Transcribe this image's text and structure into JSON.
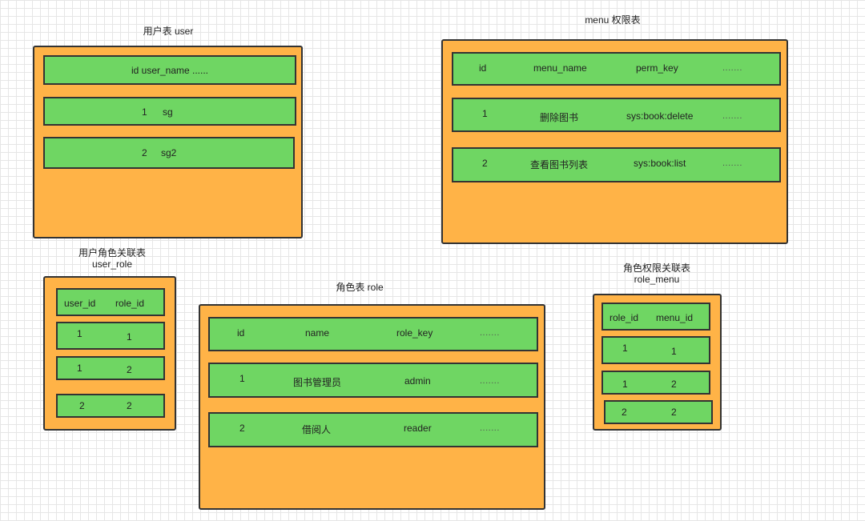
{
  "user_table": {
    "title": "用户表  user",
    "header": "id user_name ......",
    "rows": [
      {
        "id": "1",
        "name": "sg"
      },
      {
        "id": "2",
        "name": "sg2"
      }
    ]
  },
  "menu_table": {
    "title": "menu 权限表",
    "header": [
      "id",
      "menu_name",
      "perm_key",
      "......."
    ],
    "rows": [
      [
        "1",
        "删除图书",
        "sys:book:delete",
        "......."
      ],
      [
        "2",
        "查看图书列表",
        "sys:book:list",
        "......."
      ]
    ]
  },
  "user_role_table": {
    "title_line1": "用户角色关联表",
    "title_line2": "user_role",
    "header": [
      "user_id",
      "role_id"
    ],
    "rows": [
      [
        "1",
        "1"
      ],
      [
        "1",
        "2"
      ],
      [
        "2",
        "2"
      ]
    ]
  },
  "role_table": {
    "title": "角色表   role",
    "header": [
      "id",
      "name",
      "role_key",
      "......."
    ],
    "rows": [
      [
        "1",
        "图书管理员",
        "admin",
        "......."
      ],
      [
        "2",
        "借阅人",
        "reader",
        "......."
      ]
    ]
  },
  "role_menu_table": {
    "title_line1": "角色权限关联表",
    "title_line2": "role_menu",
    "header": [
      "role_id",
      "menu_id"
    ],
    "rows": [
      [
        "1",
        "1"
      ],
      [
        "1",
        "2"
      ],
      [
        "2",
        "2"
      ]
    ]
  },
  "colors": {
    "table_fill": "#ffb347",
    "row_fill": "#6fd663",
    "border": "#333333"
  }
}
